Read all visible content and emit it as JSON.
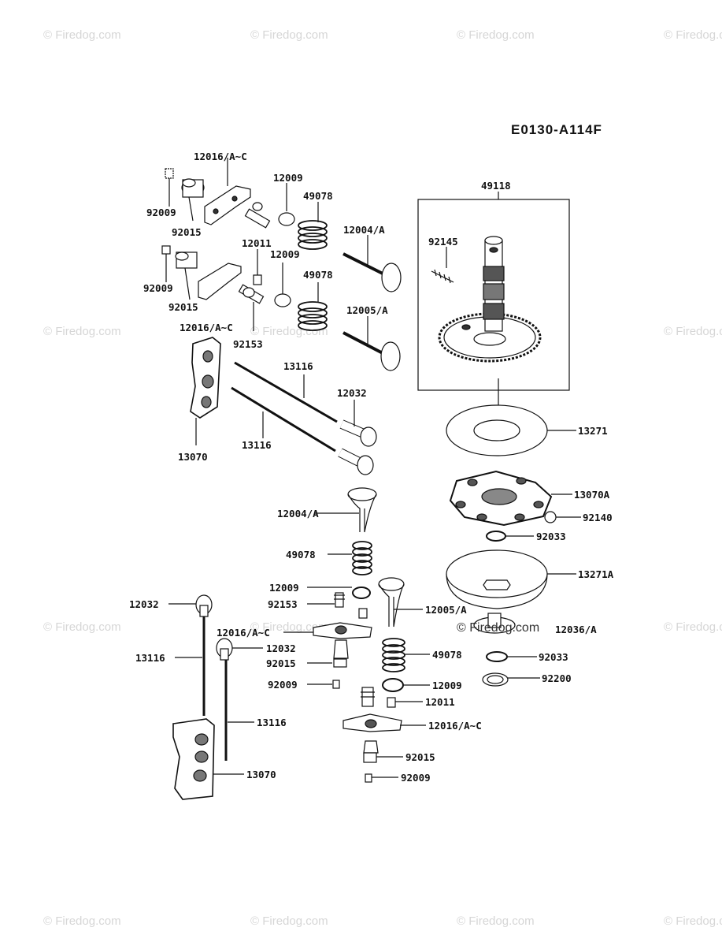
{
  "diagram_code": "E0130-A114F",
  "watermark": "© Firedog.com",
  "center_watermark": "© Firedog.com",
  "parts": {
    "p12016_top": "12016/A~C",
    "p92009_a": "92009",
    "p92015_a": "92015",
    "p12009_a": "12009",
    "p49078_a": "49078",
    "p12004_a": "12004/A",
    "p12011_a": "12011",
    "p12009_b": "12009",
    "p92009_b": "92009",
    "p49078_b": "49078",
    "p92015_b": "92015",
    "p12016_b": "12016/A~C",
    "p12005_a": "12005/A",
    "p92153_a": "92153",
    "p13116_a": "13116",
    "p12032_a": "12032",
    "p13116_b": "13116",
    "p13070_a": "13070",
    "p49118": "49118",
    "p92145": "92145",
    "p13271": "13271",
    "p13070A": "13070A",
    "p92140": "92140",
    "p92033_a": "92033",
    "p13271A": "13271A",
    "p12036": "12036/A",
    "p92033_b": "92033",
    "p92200": "92200",
    "p12004_b": "12004/A",
    "p49078_c": "49078",
    "p12009_c": "12009",
    "p92153_b": "92153",
    "p12005_b": "12005/A",
    "p12032_b": "12032",
    "p12016_c": "12016/A~C",
    "p12032_c": "12032",
    "p13116_c": "13116",
    "p92015_c": "92015",
    "p92009_c": "92009",
    "p49078_d": "49078",
    "p12009_d": "12009",
    "p12011_b": "12011",
    "p12016_d": "12016/A~C",
    "p13116_d": "13116",
    "p92015_d": "92015",
    "p13070_b": "13070",
    "p92009_d": "92009"
  }
}
